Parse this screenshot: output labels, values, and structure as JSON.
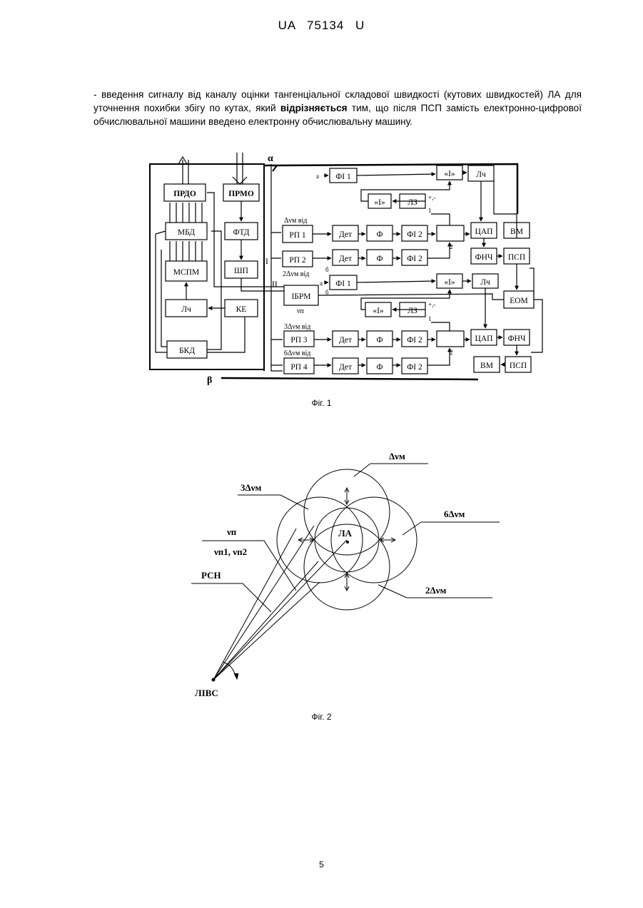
{
  "header": {
    "text": "UA 75134 U"
  },
  "paragraph": {
    "part1": "- введення сигналу від каналу оцінки тангенціальної складової швидкості (кутових швидкостей) ЛА для уточнення похибки збігу по кутах, який ",
    "bold": "відрізняється",
    "part2": " тим, що після ПСП замість електронно-цифрової обчислювальної машини введено електронну обчислювальну машину."
  },
  "figure1": {
    "caption": "Фіг. 1",
    "blocks": {
      "prdo": "ПРДО",
      "prmo": "ПРМО",
      "mbd": "МБД",
      "ftd": "ФТД",
      "mspm": "МСПМ",
      "shp": "ШП",
      "lch_left": "Лч",
      "ke": "КЕ",
      "bkd": "БКД",
      "rp1": "РП 1",
      "rp2": "РП 2",
      "rp3": "РП 3",
      "rp4": "РП 4",
      "ibrm": "ІБРМ",
      "fi1_top": "ФІ 1",
      "fi1_mid": "ФІ 1",
      "det": "Дет",
      "f": "Ф",
      "fi2": "ФІ 2",
      "int": "«І»",
      "lz": "ЛЗ",
      "lch": "Лч",
      "tsap": "ЦАП",
      "fnch": "ФНЧ",
      "vm": "ВМ",
      "psp": "ПСП",
      "eom": "ЕОМ"
    },
    "labels": {
      "alpha": "α",
      "beta": "β",
      "roman1": "І",
      "roman2": "ІІ",
      "dv": "Δνм від",
      "dv2": "2Δνм від",
      "dv3": "3Δνм від",
      "dv6": "6Δνм від",
      "vn": "νп",
      "a": "а",
      "b": "б",
      "one": "1",
      "two": "2",
      "pm": "+,-"
    }
  },
  "figure2": {
    "caption": "Фіг. 2",
    "labels": {
      "dvm": "Δνм",
      "dvm3": "3Δνм",
      "dvm6": "6Δνм",
      "dvm2": "2Δνм",
      "vp": "νп",
      "vp12": "νп1, νп2",
      "rsn": "РСН",
      "la": "ЛА",
      "livs": "ЛІВС"
    }
  },
  "page_number": "5"
}
